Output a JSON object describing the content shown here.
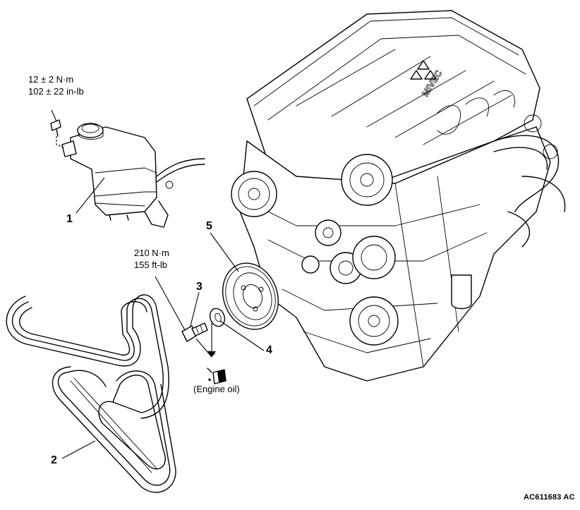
{
  "callouts": {
    "torque_1": {
      "metric": "12 ± 2 N·m",
      "imperial": "102 ± 22 in-lb"
    },
    "torque_2": {
      "metric": "210 N·m",
      "imperial": "155 ft-lb"
    },
    "engine_oil": "(Engine oil)"
  },
  "part_numbers": [
    "1",
    "2",
    "3",
    "4",
    "5"
  ],
  "engine_badges": {
    "brand_text": "MIVEC"
  },
  "figure_ref": "AC611683 AC"
}
